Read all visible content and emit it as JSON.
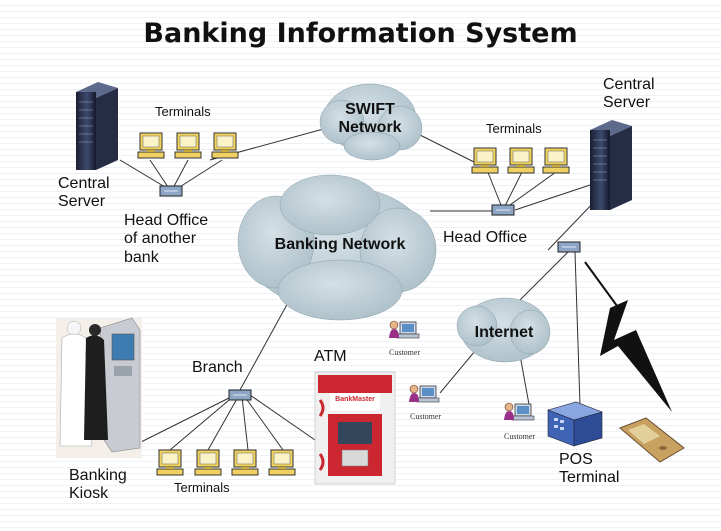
{
  "title": "Banking Information System",
  "clouds": {
    "swift_line1": "SWIFT",
    "swift_line2": "Network",
    "banking": "Banking Network",
    "internet": "Internet"
  },
  "labels": {
    "central_server_left_1": "Central",
    "central_server_left_2": "Server",
    "central_server_right_1": "Central",
    "central_server_right_2": "Server",
    "terminals_left": "Terminals",
    "terminals_right": "Terminals",
    "terminals_bottom": "Terminals",
    "head_office_other_1": "Head Office",
    "head_office_other_2": "of another",
    "head_office_other_3": "bank",
    "head_office": "Head Office",
    "branch": "Branch",
    "atm": "ATM",
    "banking_kiosk_1": "Banking",
    "banking_kiosk_2": "Kiosk",
    "pos_1": "POS",
    "pos_2": "Terminal",
    "customer_1": "Customer",
    "customer_2": "Customer",
    "customer_3": "Customer",
    "atm_brand": "BankMaster"
  },
  "colors": {
    "cloud_fill": "#b4c5cc",
    "server_dark": "#20253a",
    "server_mid": "#3b4766",
    "terminal_yellow": "#f0d060",
    "hub_fill": "#8ea6c6",
    "atm_red": "#cc2730",
    "pos_blue": "#4a70c8",
    "line": "#333333"
  }
}
